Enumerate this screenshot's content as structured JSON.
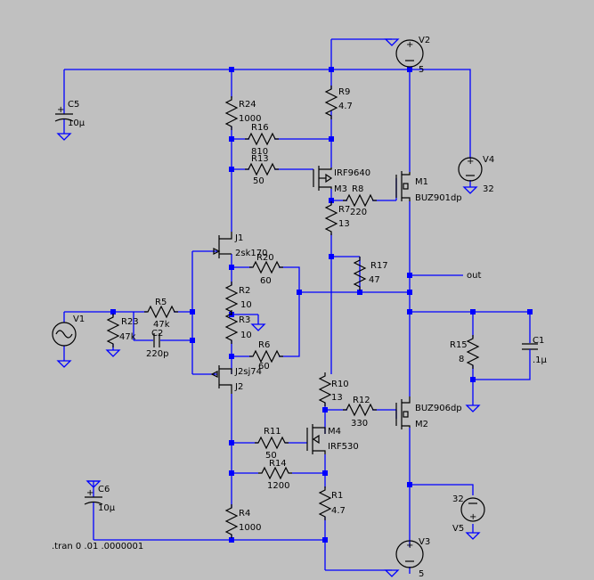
{
  "components": {
    "V1": {
      "name": "V1"
    },
    "V2": {
      "name": "V2",
      "value": "5"
    },
    "V3": {
      "name": "V3",
      "value": "5"
    },
    "V4": {
      "name": "V4",
      "value": "32"
    },
    "V5": {
      "name": "V5",
      "value": "32"
    },
    "C1": {
      "name": "C1",
      "value": ".1µ"
    },
    "C2": {
      "name": "C2",
      "value": "220p"
    },
    "C5": {
      "name": "C5",
      "value": "10µ"
    },
    "C6": {
      "name": "C6",
      "value": "10µ"
    },
    "R1": {
      "name": "R1",
      "value": "4.7"
    },
    "R2": {
      "name": "R2",
      "value": "10"
    },
    "R3": {
      "name": "R3",
      "value": "10"
    },
    "R4": {
      "name": "R4",
      "value": "1000"
    },
    "R5": {
      "name": "R5",
      "value": "47k"
    },
    "R6": {
      "name": "R6",
      "value": "60"
    },
    "R7": {
      "name": "R7",
      "value": "13"
    },
    "R8": {
      "name": "R8",
      "value": "220"
    },
    "R9": {
      "name": "R9",
      "value": "4.7"
    },
    "R10": {
      "name": "R10",
      "value": "13"
    },
    "R11": {
      "name": "R11",
      "value": "50"
    },
    "R12": {
      "name": "R12",
      "value": "330"
    },
    "R13": {
      "name": "R13",
      "value": "50"
    },
    "R14": {
      "name": "R14",
      "value": "1200"
    },
    "R15": {
      "name": "R15",
      "value": "8"
    },
    "R16": {
      "name": "R16",
      "value": "810"
    },
    "R17": {
      "name": "R17",
      "value": "47"
    },
    "R20": {
      "name": "R20",
      "value": "60"
    },
    "R23": {
      "name": "R23",
      "value": "47k"
    },
    "R24": {
      "name": "R24",
      "value": "1000"
    },
    "J1": {
      "name": "J1",
      "value": "2sk170"
    },
    "J2": {
      "name": "J2",
      "value": "J2sj74"
    },
    "M1": {
      "name": "M1",
      "value": "BUZ901dp"
    },
    "M2": {
      "name": "M2",
      "value": "BUZ906dp"
    },
    "M3": {
      "name": "M3",
      "value": "IRF9640"
    },
    "M4": {
      "name": "M4",
      "value": "IRF530"
    }
  },
  "net_labels": {
    "out": "out"
  },
  "directive": ".tran 0 .01 .0000001",
  "colors": {
    "background": "#c0c0c0",
    "wire": "#0000ff",
    "symbol": "#000000"
  }
}
